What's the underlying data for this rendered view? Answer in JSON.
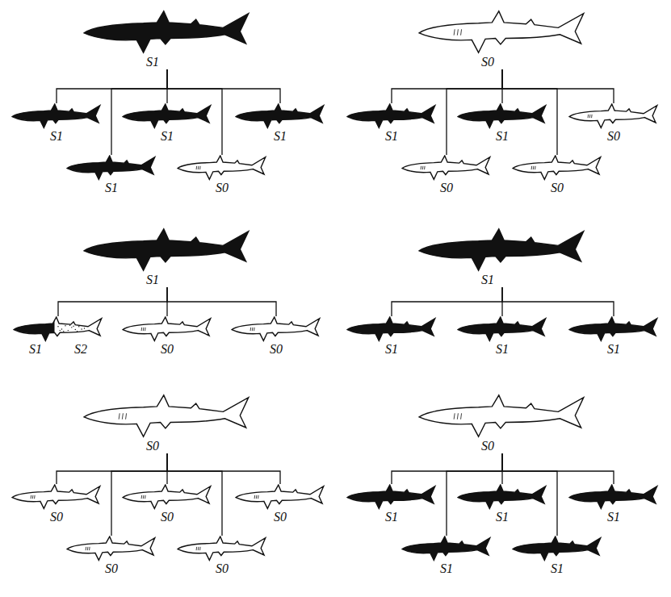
{
  "diagram": {
    "nodes": [
      {
        "text": [
          "S1"
        ]
      },
      {
        "text": [
          "S1"
        ]
      },
      {
        "text": [
          "S1"
        ]
      },
      {
        "text": [
          "S1"
        ]
      },
      {
        "text": [
          "S1"
        ]
      },
      {
        "text": [
          "S0"
        ]
      },
      {
        "text": [
          "S0"
        ]
      },
      {
        "text": [
          "S1"
        ]
      },
      {
        "text": [
          "S1"
        ]
      },
      {
        "text": [
          "S0"
        ]
      },
      {
        "text": [
          "S0"
        ]
      },
      {
        "text": [
          "S0"
        ]
      },
      {
        "text": [
          "S1"
        ]
      },
      {
        "text": [
          "S1",
          "S2"
        ]
      },
      {
        "text": [
          "S0"
        ]
      },
      {
        "text": [
          "S0"
        ]
      },
      {
        "text": [
          "S1"
        ]
      },
      {
        "text": [
          "S1"
        ]
      },
      {
        "text": [
          "S1"
        ]
      },
      {
        "text": [
          "S1"
        ]
      },
      {
        "text": [
          "S0"
        ]
      },
      {
        "text": [
          "S0"
        ]
      },
      {
        "text": [
          "S0"
        ]
      },
      {
        "text": [
          "S0"
        ]
      },
      {
        "text": [
          "S0"
        ]
      },
      {
        "text": [
          "S0"
        ]
      },
      {
        "text": [
          "S0"
        ]
      },
      {
        "text": [
          "S1"
        ]
      },
      {
        "text": [
          "S1"
        ]
      },
      {
        "text": [
          "S1"
        ]
      },
      {
        "text": [
          "S1"
        ]
      },
      {
        "text": [
          "S1"
        ]
      }
    ],
    "edges": [
      {
        "from": 0,
        "to": 1,
        "arrow": "none"
      },
      {
        "from": 0,
        "to": 2,
        "arrow": "none"
      },
      {
        "from": 0,
        "to": 3,
        "arrow": "none"
      },
      {
        "from": 0,
        "to": 4,
        "arrow": "none"
      },
      {
        "from": 0,
        "to": 5,
        "arrow": "none"
      },
      {
        "from": 6,
        "to": 7,
        "arrow": "none"
      },
      {
        "from": 6,
        "to": 8,
        "arrow": "none"
      },
      {
        "from": 6,
        "to": 9,
        "arrow": "none"
      },
      {
        "from": 6,
        "to": 10,
        "arrow": "none"
      },
      {
        "from": 6,
        "to": 11,
        "arrow": "none"
      },
      {
        "from": 12,
        "to": 13,
        "arrow": "none"
      },
      {
        "from": 12,
        "to": 14,
        "arrow": "none"
      },
      {
        "from": 12,
        "to": 15,
        "arrow": "none"
      },
      {
        "from": 16,
        "to": 17,
        "arrow": "none"
      },
      {
        "from": 16,
        "to": 18,
        "arrow": "none"
      },
      {
        "from": 16,
        "to": 19,
        "arrow": "none"
      },
      {
        "from": 20,
        "to": 21,
        "arrow": "none"
      },
      {
        "from": 20,
        "to": 22,
        "arrow": "none"
      },
      {
        "from": 20,
        "to": 23,
        "arrow": "none"
      },
      {
        "from": 20,
        "to": 24,
        "arrow": "none"
      },
      {
        "from": 20,
        "to": 25,
        "arrow": "none"
      },
      {
        "from": 26,
        "to": 27,
        "arrow": "none"
      },
      {
        "from": 26,
        "to": 28,
        "arrow": "none"
      },
      {
        "from": 26,
        "to": 29,
        "arrow": "none"
      },
      {
        "from": 26,
        "to": 30,
        "arrow": "none"
      },
      {
        "from": 26,
        "to": 31,
        "arrow": "none"
      }
    ]
  }
}
